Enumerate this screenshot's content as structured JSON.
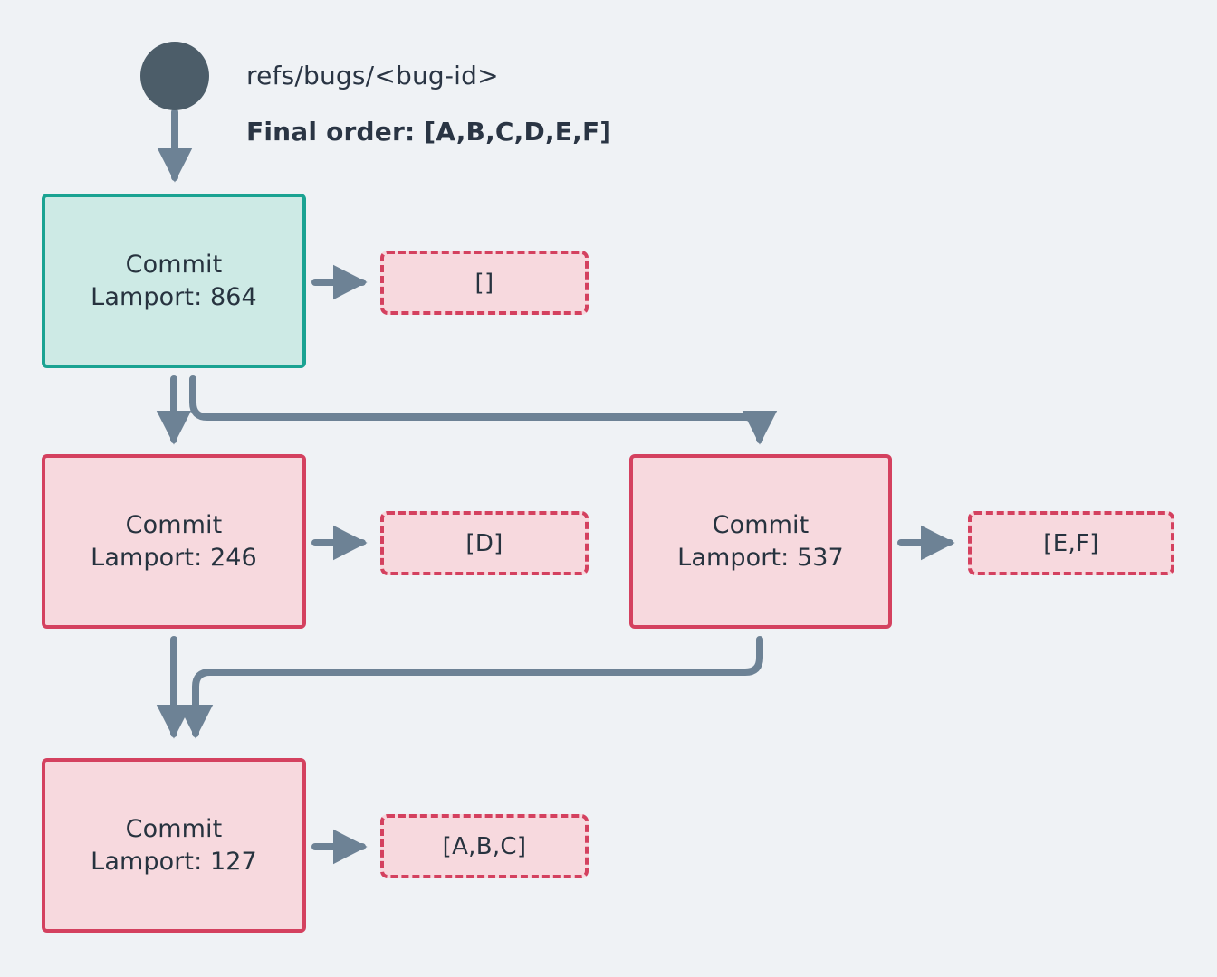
{
  "diagram": {
    "title_ref": "refs/bugs/<bug-id>",
    "final_order_label": "Final order: [A,B,C,D,E,F]",
    "background_color": "#eff2f5",
    "edge_color": "#6d8295",
    "root_node": {
      "name": "root-dot",
      "color": "#4c5d69"
    },
    "commits": [
      {
        "id": "commit-864",
        "line1": "Commit",
        "line2": "Lamport: 864",
        "lamport": 864,
        "style": "teal",
        "fill": "#cdeae5",
        "stroke": "#1aa392",
        "order_box": {
          "id": "order-864",
          "text": "[]",
          "items": []
        }
      },
      {
        "id": "commit-246",
        "line1": "Commit",
        "line2": "Lamport: 246",
        "lamport": 246,
        "style": "pink",
        "fill": "#f7d9de",
        "stroke": "#d4415f",
        "order_box": {
          "id": "order-246",
          "text": "[D]",
          "items": [
            "D"
          ]
        }
      },
      {
        "id": "commit-537",
        "line1": "Commit",
        "line2": "Lamport: 537",
        "lamport": 537,
        "style": "pink",
        "fill": "#f7d9de",
        "stroke": "#d4415f",
        "order_box": {
          "id": "order-537",
          "text": "[E,F]",
          "items": [
            "E",
            "F"
          ]
        }
      },
      {
        "id": "commit-127",
        "line1": "Commit",
        "line2": "Lamport: 127",
        "lamport": 127,
        "style": "pink",
        "fill": "#f7d9de",
        "stroke": "#d4415f",
        "order_box": {
          "id": "order-127",
          "text": "[A,B,C]",
          "items": [
            "A",
            "B",
            "C"
          ]
        }
      }
    ],
    "edges": [
      {
        "from": "root",
        "to": "commit-864"
      },
      {
        "from": "commit-864",
        "to": "commit-246"
      },
      {
        "from": "commit-864",
        "to": "commit-537"
      },
      {
        "from": "commit-246",
        "to": "commit-127"
      },
      {
        "from": "commit-537",
        "to": "commit-127"
      },
      {
        "from": "commit-864",
        "to": "order-864"
      },
      {
        "from": "commit-246",
        "to": "order-246"
      },
      {
        "from": "commit-537",
        "to": "order-537"
      },
      {
        "from": "commit-127",
        "to": "order-127"
      }
    ]
  }
}
